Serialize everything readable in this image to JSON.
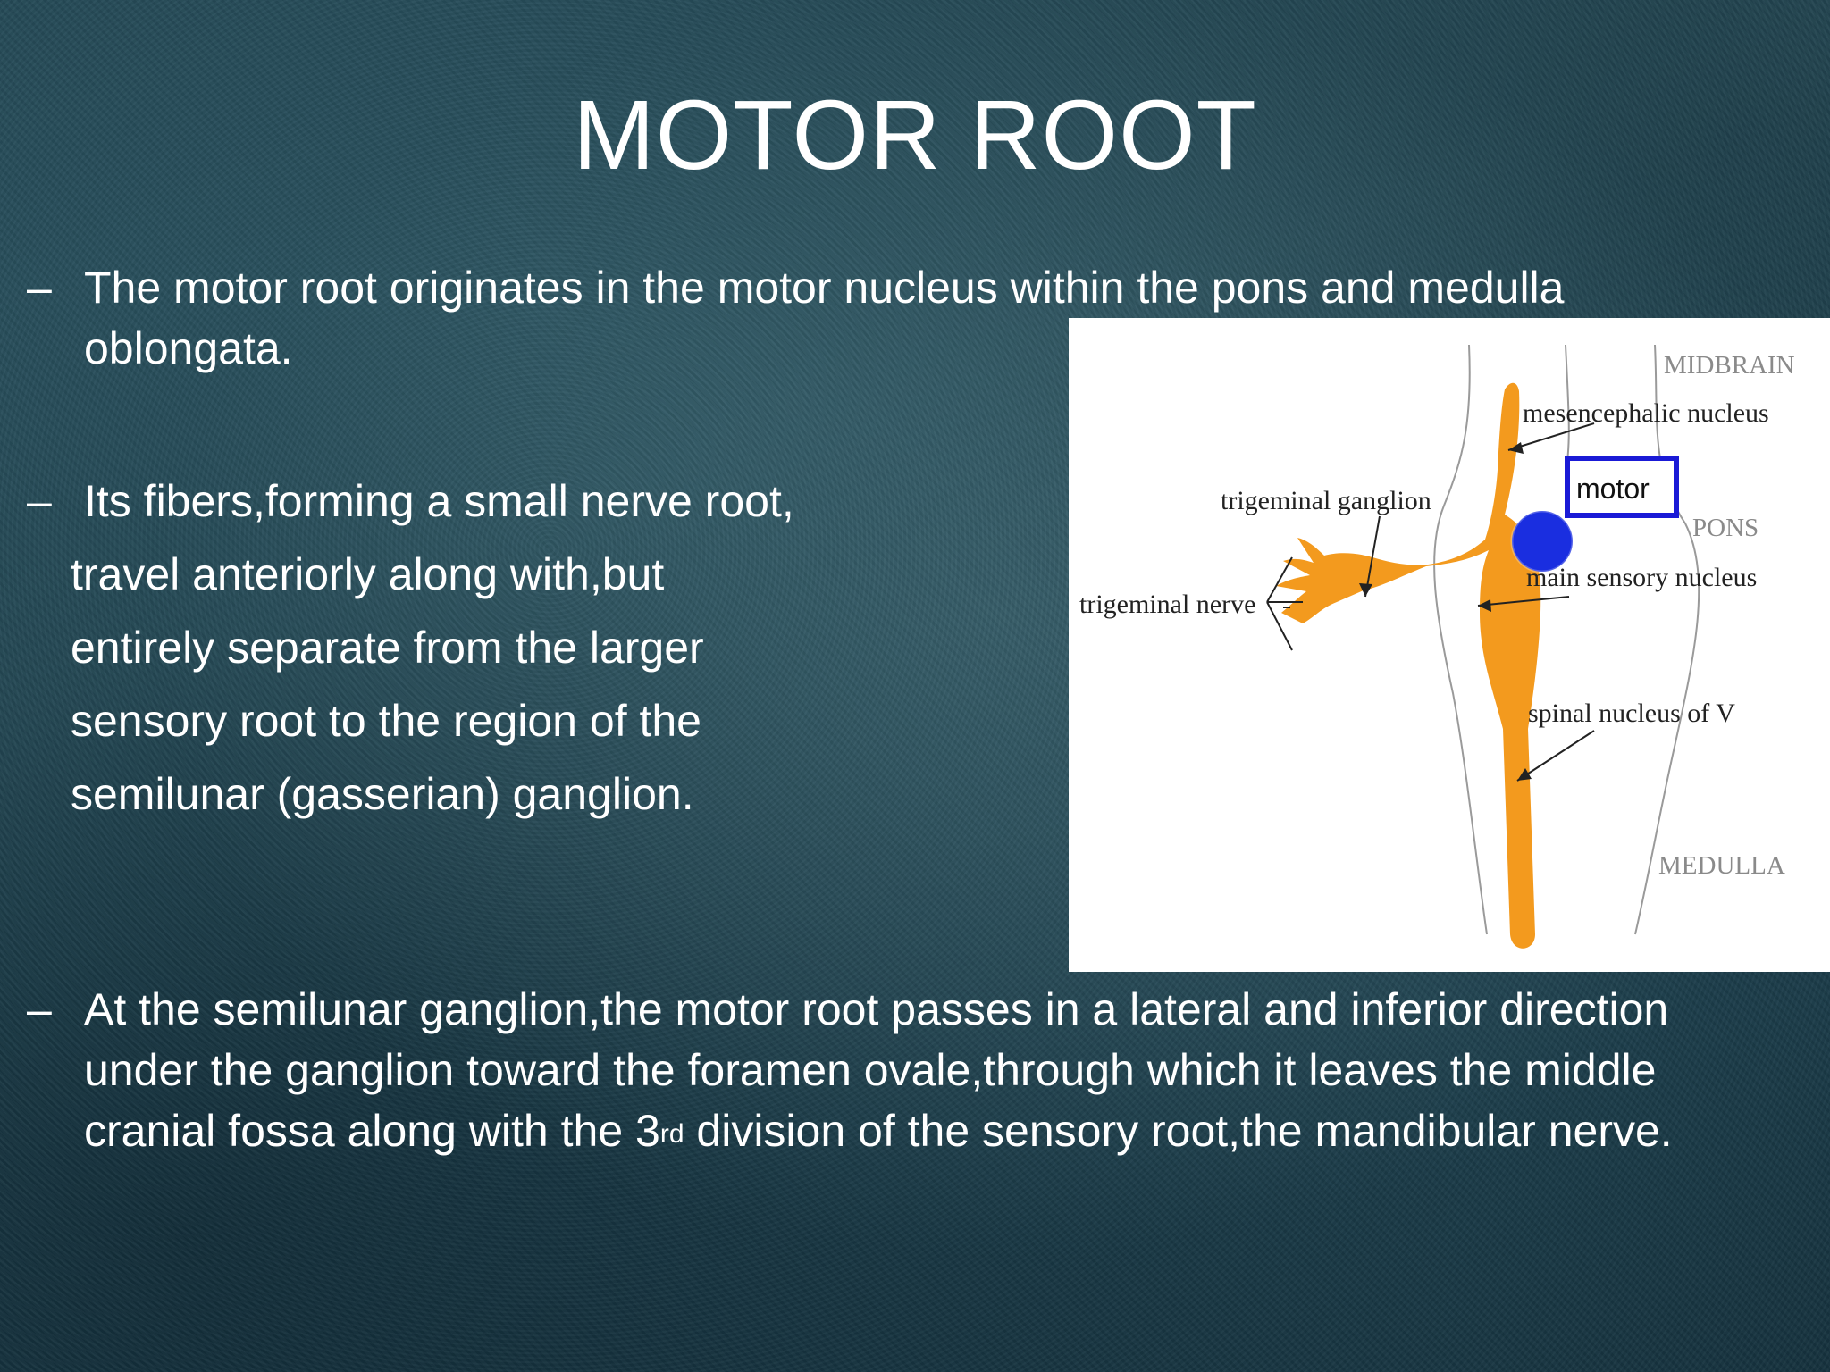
{
  "slide": {
    "title": "MOTOR ROOT",
    "bullet_marker": "–",
    "bullet1": "The motor root originates in the motor nucleus within the pons and medulla oblongata.",
    "bullet2_first": "Its fibers,forming a small nerve root,",
    "bullet2_rest": [
      "travel anteriorly along with,but",
      "entirely separate from the larger",
      "sensory root to the region of the",
      "semilunar (gasserian) ganglion."
    ],
    "bullet3_pre": "At the semilunar ganglion,the motor root passes in a lateral and inferior direction under the ganglion toward the foramen ovale,through which it leaves the middle cranial fossa along with the 3",
    "bullet3_sup": "rd",
    "bullet3_post": " division of the sensory root,the mandibular nerve."
  },
  "diagram": {
    "labels": {
      "midbrain": "MIDBRAIN",
      "mesencephalic": "mesencephalic nucleus",
      "motor": "motor",
      "pons": "PONS",
      "trigeminal_ganglion": "trigeminal ganglion",
      "main_sensory": "main sensory nucleus",
      "trigeminal_nerve": "trigeminal nerve",
      "spinal_nucleus": "spinal nucleus of V",
      "medulla": "MEDULLA"
    },
    "colors": {
      "nucleus_fill": "#f39a1e",
      "motor_box": "#1a1ad6",
      "motor_dot": "#1a2ee0"
    }
  }
}
